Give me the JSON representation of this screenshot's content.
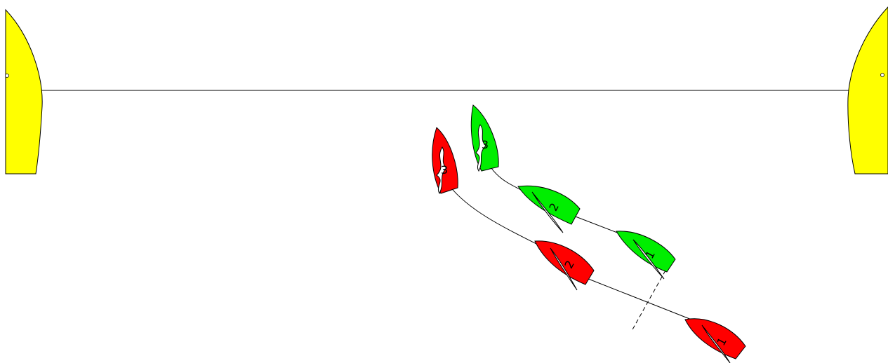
{
  "colors": {
    "background": "#ffffff",
    "mark": "#ffff00",
    "line": "#000000",
    "boat_red": "#ff0000",
    "boat_green": "#00ee00",
    "sail": "#ffffff"
  },
  "marks": [
    {
      "name": "left-mark"
    },
    {
      "name": "right-mark"
    }
  ],
  "boats": [
    {
      "team": "green",
      "color": "#00ee00",
      "label": "1"
    },
    {
      "team": "green",
      "color": "#00ee00",
      "label": "2"
    },
    {
      "team": "green",
      "color": "#00ee00",
      "label": "3"
    },
    {
      "team": "red",
      "color": "#ff0000",
      "label": "1"
    },
    {
      "team": "red",
      "color": "#ff0000",
      "label": "2"
    },
    {
      "team": "red",
      "color": "#ff0000",
      "label": "3"
    }
  ]
}
